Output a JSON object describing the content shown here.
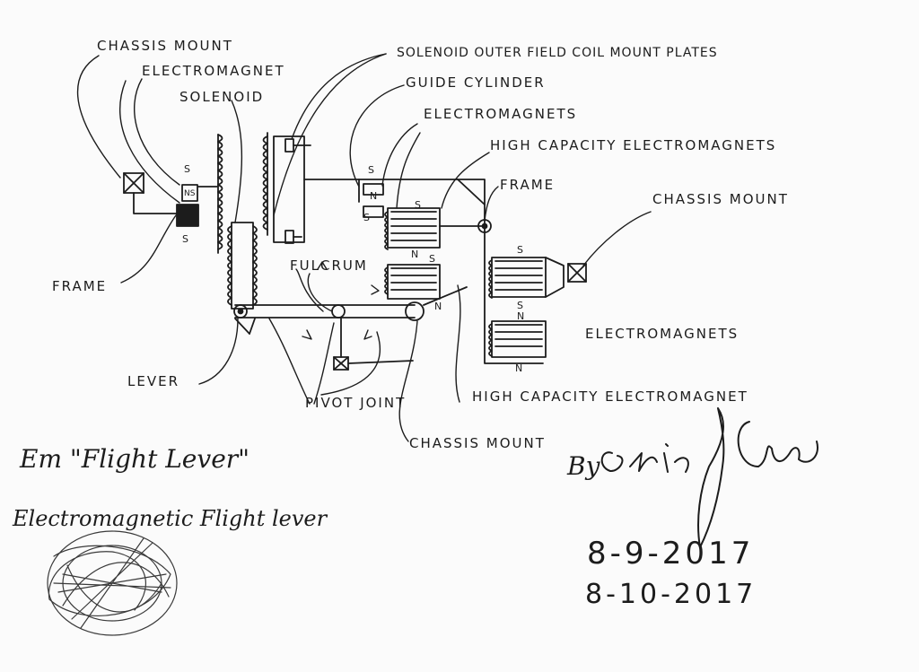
{
  "labels": {
    "chassis_mount_top": "CHASSIS MOUNT",
    "electromagnet_top": "ELECTROMAGNET",
    "solenoid": "SOLENOID",
    "plates": "SOLENOID OUTER FIELD COIL MOUNT PLATES",
    "guide_cylinder": "GUIDE CYLINDER",
    "electromagnets_top": "ELECTROMAGNETS",
    "high_capacity_electromagnets": "HIGH CAPACITY ELECTROMAGNETS",
    "frame_right": "FRAME",
    "chassis_mount_right": "CHASSIS MOUNT",
    "frame_left": "FRAME",
    "fulcrum": "FULCRUM",
    "electromagnets_right": "ELECTROMAGNETS",
    "lever": "LEVER",
    "pivot_joint": "PIVOT JOINT",
    "high_capacity_electromagnet": "HIGH CAPACITY ELECTROMAGNET",
    "chassis_mount_bottom": "CHASSIS MOUNT"
  },
  "poles": {
    "s": "S",
    "n": "N",
    "ns": "NS"
  },
  "title": {
    "line1": "Em \"Flight Lever\"",
    "line2": "Electromagnetic Flight lever"
  },
  "byline": "By",
  "signature": "Eric J Crews",
  "dates": [
    "8-9-2017",
    "8-10-2017"
  ],
  "colors": {
    "ink": "#1c1c1c",
    "paper": "#fbfbfb"
  }
}
